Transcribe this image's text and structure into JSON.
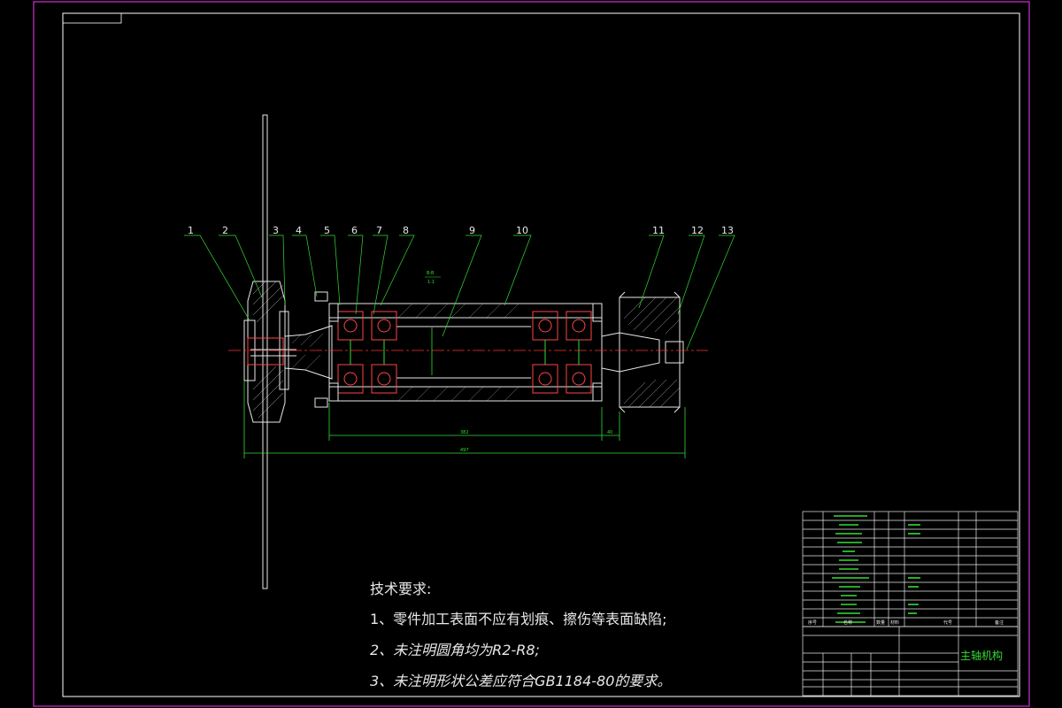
{
  "callouts": [
    "1",
    "2",
    "3",
    "4",
    "5",
    "6",
    "7",
    "8",
    "9",
    "10",
    "11",
    "12",
    "13"
  ],
  "section_label": "B-B",
  "notes": {
    "title": "技术要求:",
    "line1": "1、零件加工表面不应有划痕、擦伤等表面缺陷;",
    "line2": "2、未注明圆角均为R2-R8;",
    "line3": "3、未注明形状公差应符合GB1184-80的要求。"
  },
  "title_block": {
    "drawing_title": "主轴机构",
    "header": {
      "no": "序号",
      "name": "名称",
      "qty": "数量",
      "material": "材料",
      "code": "代号",
      "remark": "备注"
    }
  },
  "colors": {
    "frame": "#cc33cc",
    "border": "#ffffff",
    "part": "#e8e8e8",
    "dimension": "#33dd33",
    "centerline": "#ff3333",
    "bearing": "#ff4444",
    "title_text": "#33dd33"
  }
}
